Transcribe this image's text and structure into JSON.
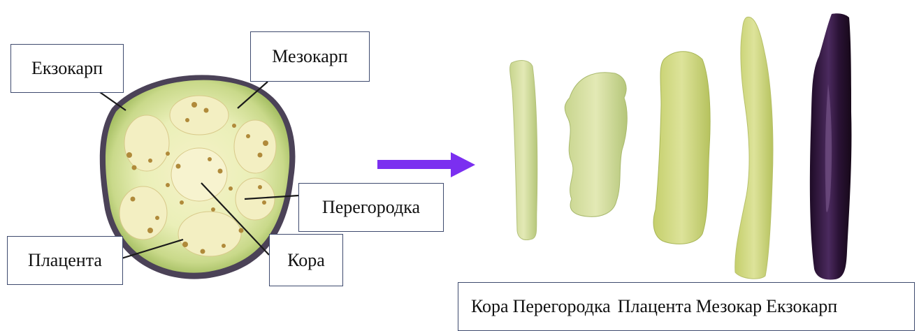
{
  "labels": {
    "exocarp": "Екзокарп",
    "mesocarp": "Мезокарп",
    "septum": "Перегородка",
    "placenta": "Плацента",
    "core": "Кора"
  },
  "caption": {
    "items": [
      "Кора",
      "Перегородка",
      "Плацента",
      "Мезокар",
      "Екзокарп"
    ]
  },
  "colors": {
    "arrow": "#7b2ff0",
    "peel": "#4a3f5e",
    "flesh": "#e6efb8",
    "rind_green": "#a6c46a",
    "purple_skin": "#2e1238",
    "box_border": "#3e4a6e"
  }
}
